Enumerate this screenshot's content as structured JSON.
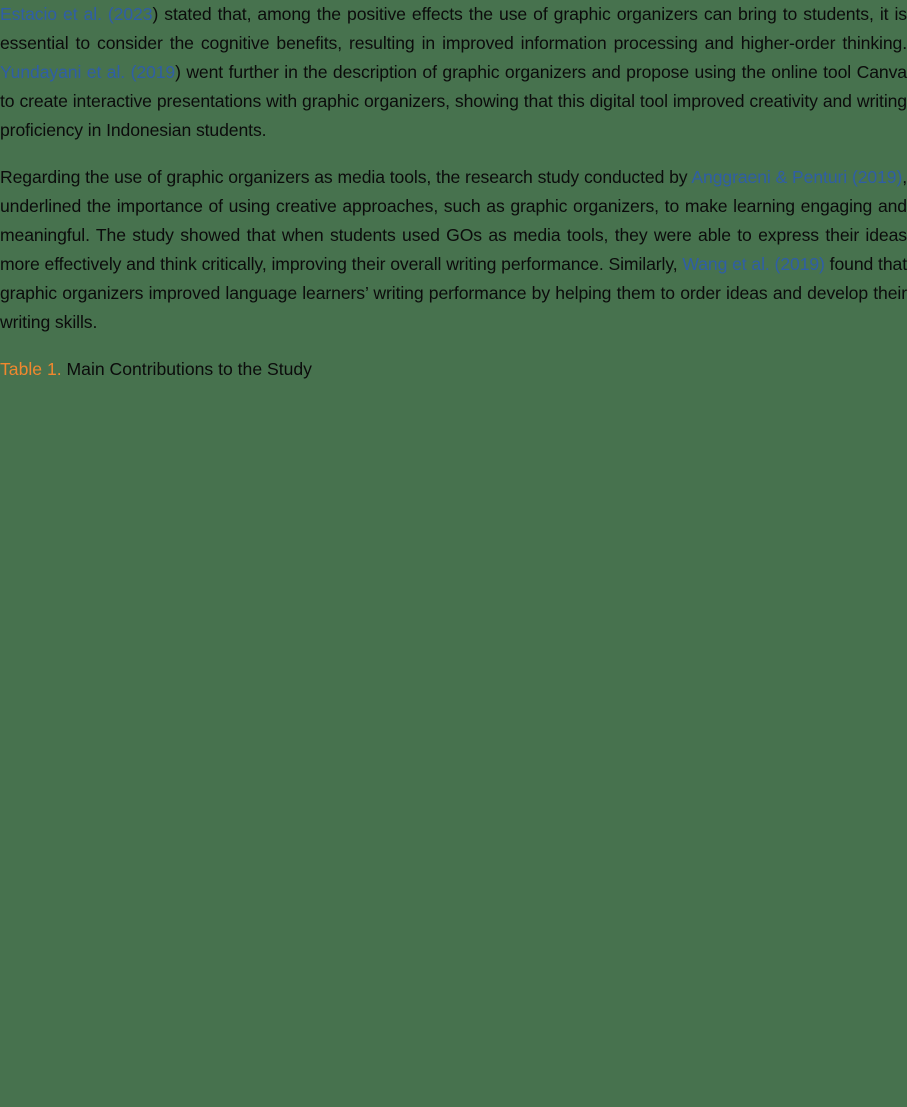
{
  "colors": {
    "background": "#47724e",
    "text": "#0b0b0b",
    "citation": "#2f5ea6",
    "table_label": "#f0882e"
  },
  "paragraphs": [
    {
      "segments": [
        {
          "type": "cite",
          "text": "Estacio et al. (2023"
        },
        {
          "type": "text",
          "text": ") stated that, among the positive effects the use of graphic organizers can bring to students, it is essential to consider the cognitive benefits, resulting in improved information processing and higher-order thinking. "
        },
        {
          "type": "cite",
          "text": "Yundayani et al. (2019"
        },
        {
          "type": "text",
          "text": ") went further in the description of graphic organizers and propose using the online tool Canva to create interactive presentations with graphic organizers, showing that this digital tool improved creativity and writing proficiency in Indonesian students."
        }
      ]
    },
    {
      "segments": [
        {
          "type": "text",
          "text": "Regarding the use of graphic organizers as media tools, the research study conducted by "
        },
        {
          "type": "cite",
          "text": "Anggraeni & Penturi (2019)"
        },
        {
          "type": "text",
          "text": ", underlined the importance of using creative approaches, such as graphic organizers, to make learning engaging and meaningful. The study showed that when students used GOs as media tools, they were able to express their ideas more effectively and think critically, improving their overall writing performance. Similarly, "
        },
        {
          "type": "cite",
          "text": "Wang et al. (2019)"
        },
        {
          "type": "text",
          "text": " found that graphic organizers improved language learners’ writing performance by helping them to order ideas and develop their writing skills."
        }
      ]
    }
  ],
  "table_caption": {
    "label": "Table 1.",
    "title": " Main Contributions to the Study"
  }
}
